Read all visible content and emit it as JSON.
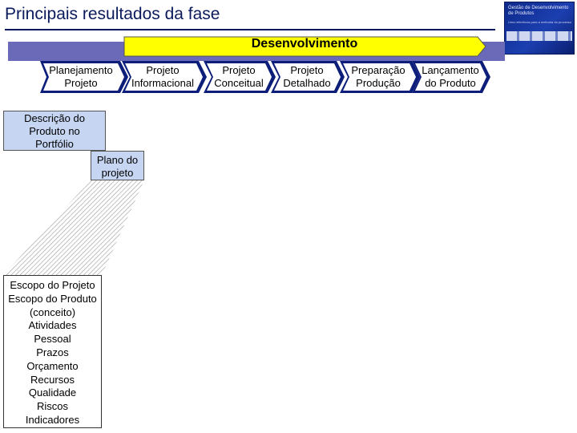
{
  "title": "Principais resultados da fase",
  "banner": "Desenvolvimento",
  "book": {
    "title": "Gestão de Desenvolvimento de Produtos",
    "subtitle": "Uma referência para a melhoria do processo"
  },
  "phases": [
    "Planejamento Projeto",
    "Projeto Informacional",
    "Projeto Conceitual",
    "Projeto Detalhado",
    "Preparação Produção",
    "Lançamento do Produto"
  ],
  "phase_lines": [
    [
      "Planejamento",
      "Projeto"
    ],
    [
      "Projeto",
      "Informacional"
    ],
    [
      "Projeto",
      "Conceitual"
    ],
    [
      "Projeto",
      "Detalhado"
    ],
    [
      "Preparação",
      "Produção"
    ],
    [
      "Lançamento",
      "do Produto"
    ]
  ],
  "outputs": {
    "portfolio": [
      "Descrição do",
      "Produto no",
      "Portfólio"
    ],
    "plano": [
      "Plano do",
      "projeto"
    ]
  },
  "plan_items": [
    "Escopo do Projeto",
    "Escopo do Produto",
    "(conceito)",
    "Atividades",
    "Pessoal",
    "Prazos",
    "Orçamento",
    "Recursos",
    "Qualidade",
    "Riscos",
    "Indicadores"
  ],
  "colors": {
    "lane": "#6a6ab8",
    "banner": "#ffff00",
    "phase_arrow": "#0d1e7a",
    "box_fill": "#c6d6f2",
    "title": "#0a1a5c"
  }
}
